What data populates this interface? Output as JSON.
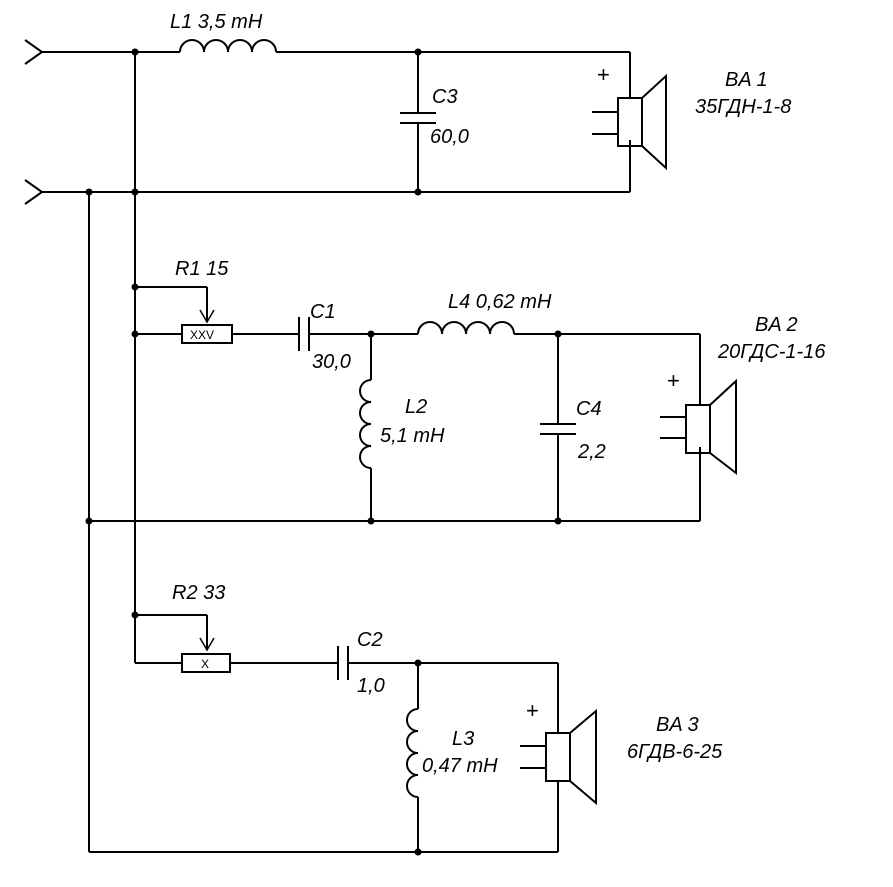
{
  "components": {
    "L1": {
      "label": "L1  3,5 mH"
    },
    "C3": {
      "ref": "C3",
      "value": "60,0"
    },
    "BA1": {
      "ref": "BA 1",
      "model": "35ГДН-1-8"
    },
    "R1": {
      "label": "R1  15",
      "marking": "XXV"
    },
    "C1": {
      "ref": "C1",
      "value": "30,0"
    },
    "L4": {
      "label": "L4  0,62 mH"
    },
    "L2": {
      "ref": "L2",
      "value": "5,1 mH"
    },
    "C4": {
      "ref": "C4",
      "value": "2,2"
    },
    "BA2": {
      "ref": "BA 2",
      "model": "20ГДС-1-16"
    },
    "R2": {
      "label": "R2  33",
      "marking": "X"
    },
    "C2": {
      "ref": "C2",
      "value": "1,0"
    },
    "L3": {
      "ref": "L3",
      "value": "0,47 mH"
    },
    "BA3": {
      "ref": "BA 3",
      "model": "6ГДВ-6-25"
    }
  },
  "polarity_mark": "+"
}
